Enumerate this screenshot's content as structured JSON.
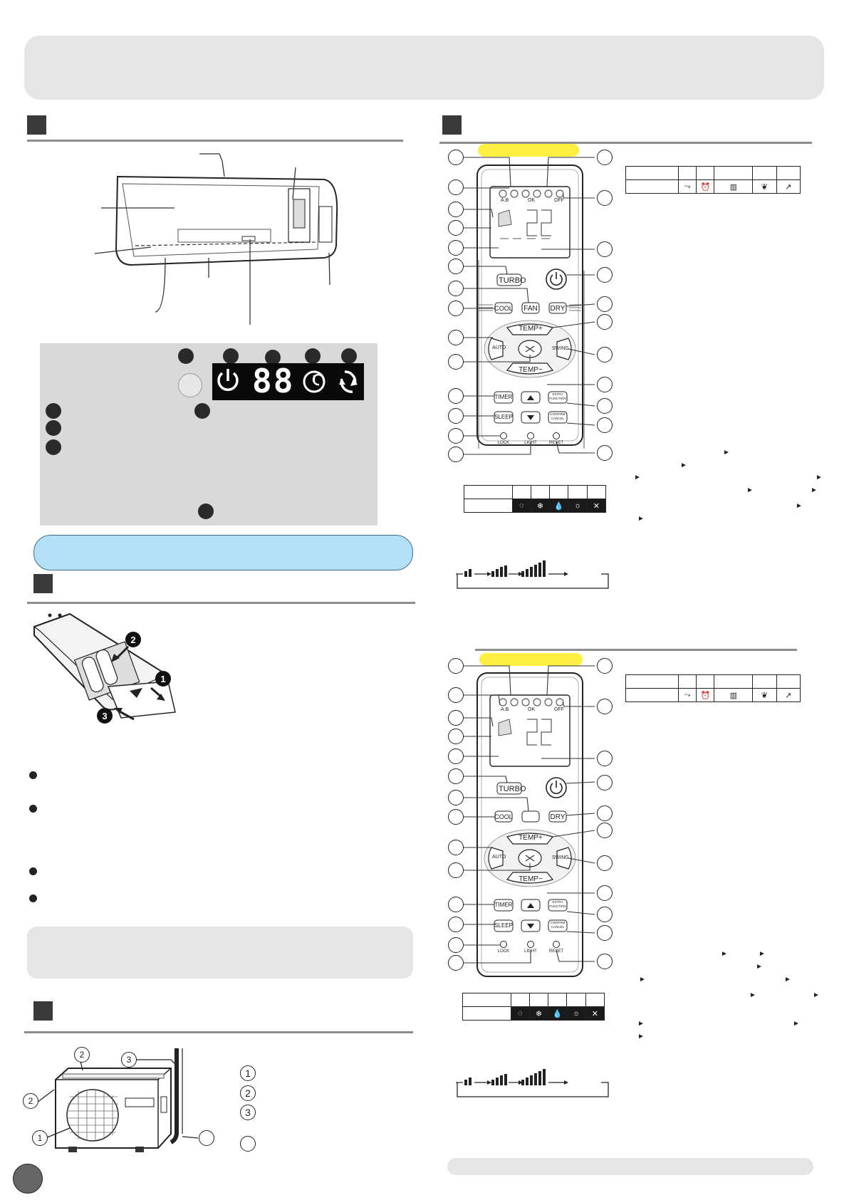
{
  "number_markers": {
    "outdoor": [
      "1",
      "2",
      "3"
    ],
    "outdoor_side_list": [
      "1",
      "2",
      "3"
    ]
  },
  "remote_a": {
    "buttons": {
      "turbo": "TURBO",
      "fan": "FAN",
      "cool": "COOL",
      "dry": "DRY",
      "temp_plus": "TEMP",
      "temp_minus": "TEMP",
      "auto": "AUTO",
      "swing": "SWING",
      "timer": "TIMER",
      "sleep": "SLEEP",
      "extra_function": "EXTRA FUNCTION",
      "confirm_cancel": "CONFIRM CANCEL",
      "lock": "LOCK",
      "light": "LIGHT",
      "reset": "RESET"
    },
    "lcd_top_labels": [
      "A.B",
      "OK",
      "OFF"
    ]
  },
  "remote_b": {
    "buttons": {
      "turbo": "TURBO",
      "cool": "COOL",
      "dry": "DRY",
      "temp_plus": "TEMP",
      "temp_minus": "TEMP",
      "auto": "AUTO",
      "swing": "SWING",
      "timer": "TIMER",
      "sleep": "SLEEP",
      "extra_function": "EXTRA FUNCTION",
      "confirm_cancel": "CONFIRM CANCEL",
      "lock": "LOCK",
      "light": "LIGHT",
      "reset": "RESET"
    },
    "lcd_top_labels": [
      "A.B",
      "OK",
      "OFF"
    ]
  },
  "display_panel": {
    "digits": "88",
    "colors": {
      "panel": "#d9d9d9",
      "display": "#0a0a0a"
    }
  },
  "icons": {
    "display": [
      "power-icon",
      "timer-icon",
      "cycle-icon"
    ],
    "mode_row": [
      "auto-mode-icon",
      "cool-mode-icon",
      "dry-mode-icon",
      "heat-mode-icon",
      "fan-mode-icon"
    ],
    "function_row": [
      "turbo-icon",
      "clock-icon",
      "heater-icon",
      "eco-leaf-icon",
      "swing-icon"
    ]
  },
  "colors": {
    "banner": "#e5e5e5",
    "highlight": "#ffef40",
    "note": "#b3e0f7",
    "section": "#3a3a3a"
  }
}
